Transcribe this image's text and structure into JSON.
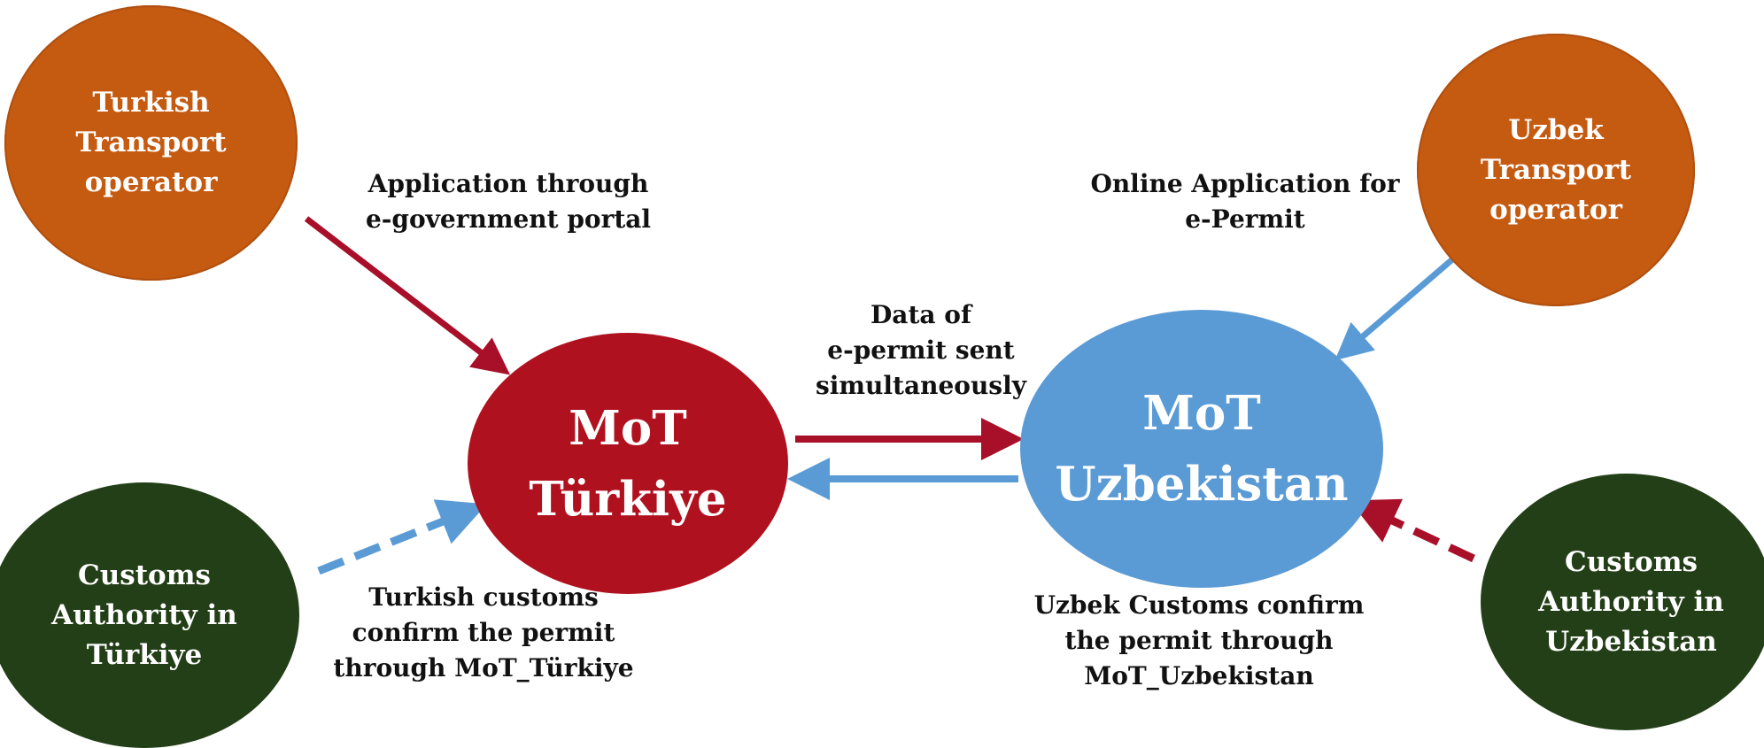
{
  "nodes": {
    "turkish_operator": {
      "lines": [
        "Turkish",
        "Transport",
        "operator"
      ]
    },
    "uzbek_operator": {
      "lines": [
        "Uzbek",
        "Transport",
        "operator"
      ]
    },
    "customs_turkiye": {
      "lines": [
        "Customs",
        "Authority in",
        "Türkiye"
      ]
    },
    "customs_uzbekistan": {
      "lines": [
        "Customs",
        "Authority in",
        "Uzbekistan"
      ]
    },
    "mot_turkiye": {
      "lines": [
        "MoT",
        "Türkiye"
      ]
    },
    "mot_uzbekistan": {
      "lines": [
        "MoT",
        "Uzbekistan"
      ]
    }
  },
  "edges": {
    "application_turkiye": {
      "lines": [
        "Application through",
        "e-government portal"
      ]
    },
    "application_uzbekistan": {
      "lines": [
        "Online Application for",
        "e-Permit"
      ]
    },
    "data_exchange": {
      "lines": [
        "Data of",
        "e-permit sent",
        "simultaneously"
      ]
    },
    "confirm_turkiye": {
      "lines": [
        "Turkish customs",
        "confirm the permit",
        "through MoT_Türkiye"
      ]
    },
    "confirm_uzbekistan": {
      "lines": [
        "Uzbek Customs confirm",
        "the permit through",
        "MoT_Uzbekistan"
      ]
    }
  },
  "colors": {
    "operator": "#c55a11",
    "customs": "#233f17",
    "mot_turkiye": "#b0111f",
    "mot_uzbekistan": "#5b9bd5",
    "arrow_red": "#a8102a",
    "arrow_blue": "#5b9bd5"
  }
}
